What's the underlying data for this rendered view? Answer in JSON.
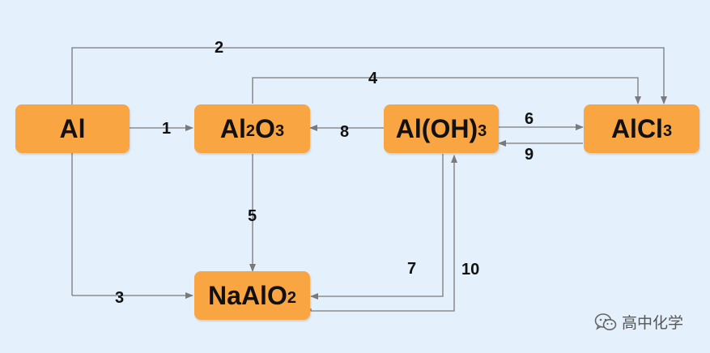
{
  "nodes": {
    "al": {
      "base": "Al",
      "sub": ""
    },
    "al2o3": {
      "part1": "Al",
      "sub1": "2",
      "part2": "O",
      "sub2": "3"
    },
    "aloh3": {
      "base": "Al(OH)",
      "sub": "3"
    },
    "alcl3": {
      "base": "AlCl",
      "sub": "3"
    },
    "naalo2": {
      "base": "NaAlO",
      "sub": "2"
    }
  },
  "edges": [
    {
      "id": "1",
      "label": "1"
    },
    {
      "id": "2",
      "label": "2"
    },
    {
      "id": "3",
      "label": "3"
    },
    {
      "id": "4",
      "label": "4"
    },
    {
      "id": "5",
      "label": "5"
    },
    {
      "id": "6",
      "label": "6"
    },
    {
      "id": "7",
      "label": "7"
    },
    {
      "id": "8",
      "label": "8"
    },
    {
      "id": "9",
      "label": "9"
    },
    {
      "id": "10",
      "label": "10"
    }
  ],
  "watermark": {
    "text": "高中化学",
    "icon": "wechat-icon"
  },
  "colors": {
    "node_fill": "#f9a541",
    "line": "#7a7a7a",
    "background": "#e4f0fb"
  }
}
